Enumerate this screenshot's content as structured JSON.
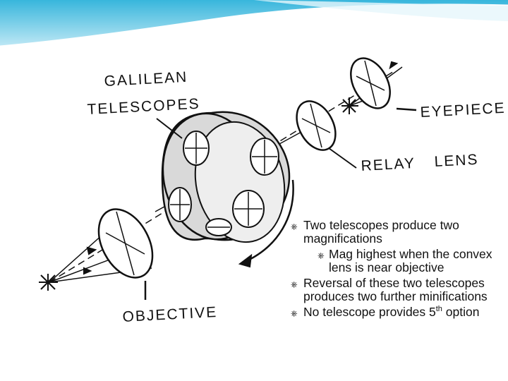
{
  "labels": {
    "galilean": "GALILEAN",
    "telescopes": "TELESCOPES",
    "eyepiece": "EYEPIECE",
    "relay": "RELAY",
    "lens": "LENS",
    "objective": "OBJECTIVE"
  },
  "bullets": [
    {
      "text": "Two telescopes produce two magnifications"
    },
    {
      "text": "Mag highest when the convex lens is near objective"
    },
    {
      "text": "Reversal of these two telescopes produces two further minifications"
    },
    {
      "text": "No telescope provides 5",
      "sup": "th",
      "tail": " option"
    }
  ],
  "colors": {
    "wave": "#38b6dc",
    "ink": "#111111",
    "drum": "#d9d9d9"
  }
}
